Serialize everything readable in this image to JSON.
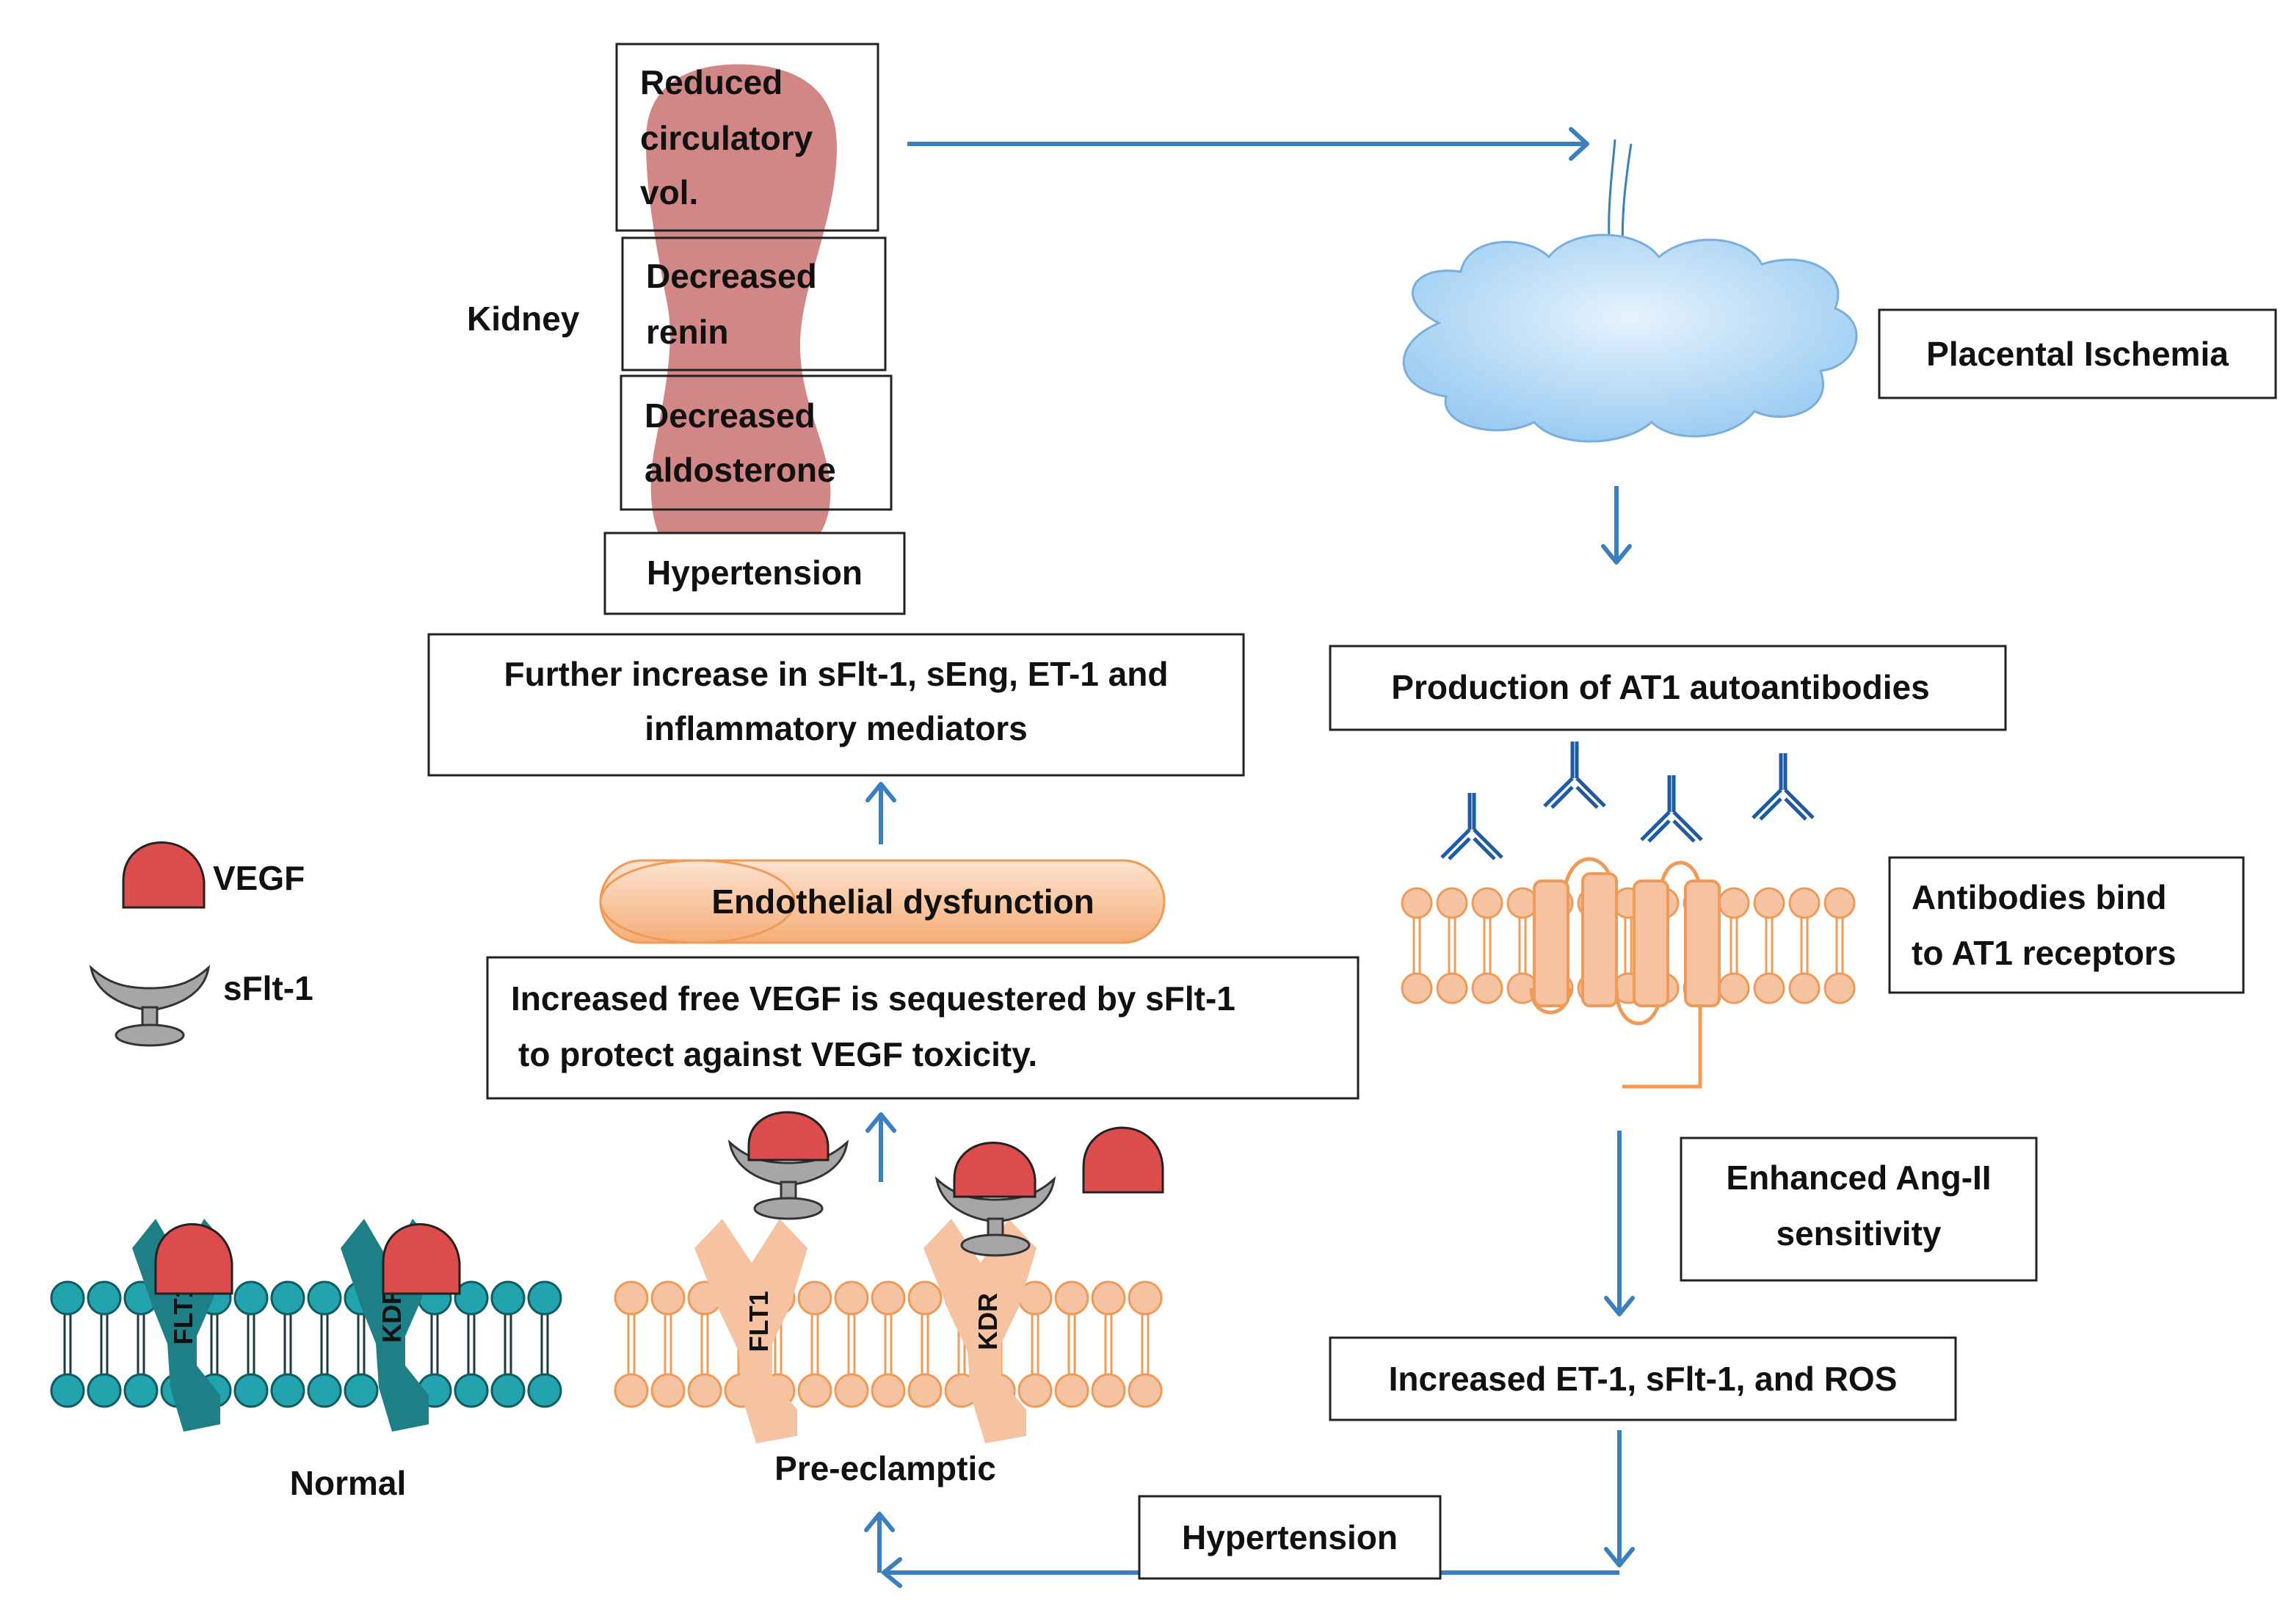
{
  "labels": {
    "reduced": [
      "Reduced",
      "circulatory",
      "vol."
    ],
    "renin": [
      "Decreased",
      "renin"
    ],
    "aldosterone": [
      "Decreased",
      "aldosterone"
    ],
    "kidney": "Kidney",
    "hypertension_top": "Hypertension",
    "further": [
      "Further increase in sFlt-1, sEng, ET-1 and",
      "inflammatory mediators"
    ],
    "endothelial": "Endothelial dysfunction",
    "sequestered": [
      "Increased free VEGF is sequestered by sFlt-1",
      "to protect against VEGF toxicity."
    ],
    "legend_vegf": "VEGF",
    "legend_sflt": "sFlt-1",
    "flt1_normal": "FLT1",
    "kdr_normal": "KDR",
    "flt1_pre": "FLT1",
    "kdr_pre": "KDR",
    "normal": "Normal",
    "preeclamptic": "Pre-eclamptic",
    "placental": "Placental Ischemia",
    "at1_production": "Production of AT1 autoantibodies",
    "antibodies_bind": [
      "Antibodies bind",
      "to AT1 receptors"
    ],
    "angii": [
      "Enhanced Ang-II",
      "sensitivity"
    ],
    "increased_et1": "Increased ET-1, sFlt-1, and ROS",
    "hypertension_bottom": "Hypertension"
  },
  "colors": {
    "arrow": "#3b7fbf",
    "kidney": "#cd7a7a",
    "vegf": "#dc4c4c",
    "sflt": "#a6a6a6",
    "normal_membrane": "#22a3ad",
    "normal_receptor": "#1f7f86",
    "pre_membrane": "#ef9b57",
    "pre_receptor": "#f6c3a2",
    "cloud": "#a9d3f5",
    "antibody": "#1f5aa6"
  }
}
